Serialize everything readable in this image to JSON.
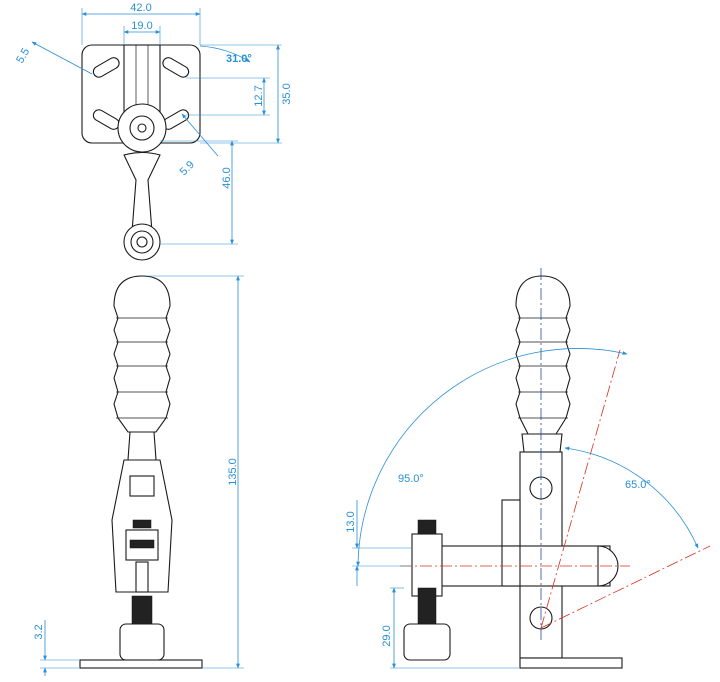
{
  "drawing": {
    "dimensions": {
      "top_width_overall": "42.0",
      "top_width_inner": "19.0",
      "slot_width": "5.5",
      "angle_top": "31.0°",
      "hole_spacing": "12.7",
      "base_height": "35.0",
      "slot_width_lower": "5.9",
      "arm_length": "46.0",
      "overall_height": "135.0",
      "base_thickness": "3.2",
      "open_angle": "95.0°",
      "handle_angle": "65.0°",
      "spindle_offset": "13.0",
      "spindle_height": "29.0"
    }
  }
}
